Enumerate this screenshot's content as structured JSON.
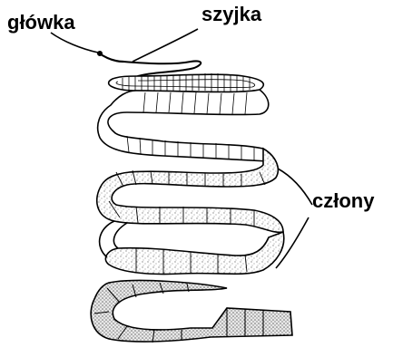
{
  "labels": {
    "head": "główka",
    "neck": "szyjka",
    "segments": "człony"
  },
  "colors": {
    "ink": "#000000",
    "paper": "#ffffff",
    "stipple": "#9a9a9a"
  }
}
